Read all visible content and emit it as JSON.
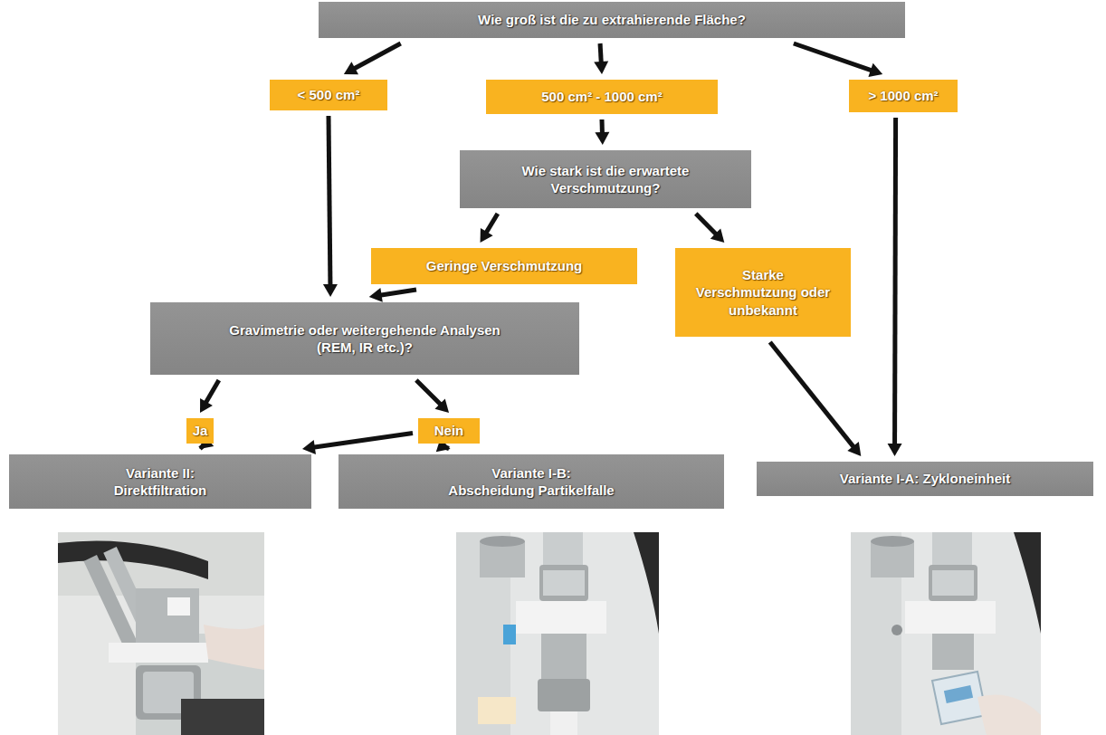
{
  "diagram": {
    "nodes": [
      {
        "text": [
          "Wie groß ist die zu extrahierende Fläche?"
        ]
      },
      {
        "text": [
          "< 500 cm²"
        ]
      },
      {
        "text": [
          "500 cm² - 1000 cm²"
        ]
      },
      {
        "text": [
          "> 1000 cm²"
        ]
      },
      {
        "text": [
          "Wie stark ist die erwartete Verschmutzung?"
        ]
      },
      {
        "text": [
          "Geringe Verschmutzung"
        ]
      },
      {
        "text": [
          "Starke Verschmutzung oder unbekannt"
        ]
      },
      {
        "text": [
          "Gravimetrie oder weitergehende Analysen (REM, IR etc.)?"
        ]
      },
      {
        "text": [
          "Ja"
        ]
      },
      {
        "text": [
          "Nein"
        ]
      },
      {
        "text": [
          "Variante II:",
          "Direktfiltration"
        ]
      },
      {
        "text": [
          "Variante I-B:",
          "Abscheidung Partikelfalle"
        ]
      },
      {
        "text": [
          "Variante I-A: Zykloneinheit"
        ]
      }
    ],
    "edges": [
      {
        "from": 0,
        "to": 1,
        "arrow": "to"
      },
      {
        "from": 0,
        "to": 2,
        "arrow": "to"
      },
      {
        "from": 0,
        "to": 3,
        "arrow": "to"
      },
      {
        "from": 1,
        "to": 7,
        "arrow": "to"
      },
      {
        "from": 2,
        "to": 4,
        "arrow": "to"
      },
      {
        "from": 4,
        "to": 5,
        "arrow": "to"
      },
      {
        "from": 4,
        "to": 6,
        "arrow": "to"
      },
      {
        "from": 5,
        "to": 7,
        "arrow": "to"
      },
      {
        "from": 3,
        "to": 12,
        "arrow": "to"
      },
      {
        "from": 6,
        "to": 12,
        "arrow": "to"
      },
      {
        "from": 7,
        "to": 8,
        "arrow": "to"
      },
      {
        "from": 7,
        "to": 9,
        "arrow": "to"
      },
      {
        "from": 8,
        "to": 10,
        "arrow": "to"
      },
      {
        "from": 9,
        "to": 10,
        "arrow": "to"
      },
      {
        "from": 9,
        "to": 11,
        "arrow": "to"
      }
    ]
  }
}
